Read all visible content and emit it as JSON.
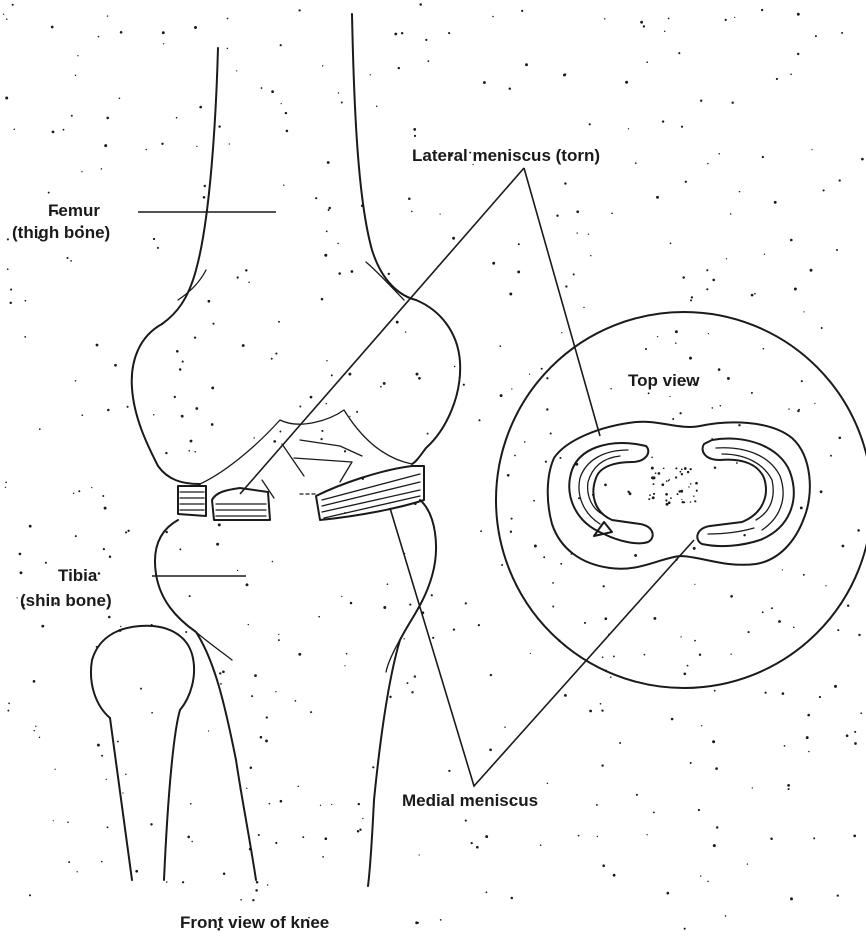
{
  "labels": {
    "femur_line1": "Femur",
    "femur_line2": "(thigh bone)",
    "tibia_line1": "Tibia",
    "tibia_line2": "(shin bone)",
    "lateral_meniscus": "Lateral meniscus (torn)",
    "top_view": "Top view",
    "medial_meniscus": "Medial meniscus",
    "front_view": "Front view of knee"
  },
  "colors": {
    "ink": "#1a1a1a",
    "background": "#ffffff"
  }
}
